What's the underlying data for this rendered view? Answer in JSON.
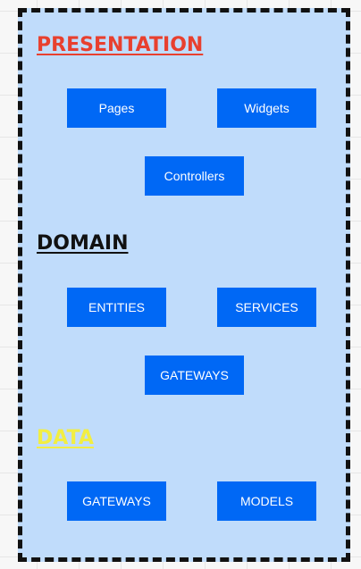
{
  "colors": {
    "frame_fill": "#c0dcfb",
    "node_fill": "#0068f5",
    "presentation_title": "#e8402f",
    "domain_title": "#111111",
    "data_title": "#f2ee42"
  },
  "presentation": {
    "title": "PRESENTATION",
    "nodes": [
      "Pages",
      "Widgets",
      "Controllers"
    ]
  },
  "domain": {
    "title": "DOMAIN",
    "nodes": [
      "ENTITIES",
      "SERVICES",
      "GATEWAYS"
    ]
  },
  "data": {
    "title": "DATA",
    "nodes": [
      "GATEWAYS",
      "MODELS"
    ]
  }
}
